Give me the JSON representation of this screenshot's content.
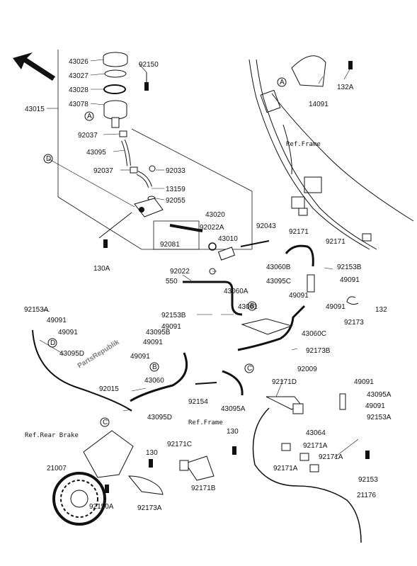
{
  "watermark": "PartsRepublik",
  "refs": {
    "frame_top": "Ref.Frame",
    "rear_brake": "Ref.Rear Brake",
    "frame_bottom": "Ref.Frame"
  },
  "callouts": {
    "a_reservoir": "A",
    "a_frame": "A",
    "d_left": "D",
    "d_hose": "D",
    "b_bracket": "B",
    "b_hose": "B",
    "c_pipe": "C",
    "c_caliper": "C"
  },
  "labels": {
    "p43026": "43026",
    "p43027": "43027",
    "p43028": "43028",
    "p43078": "43078",
    "p43015": "43015",
    "p92150": "92150",
    "p92037a": "92037",
    "p43095": "43095",
    "p92037b": "92037",
    "p92033": "92033",
    "p13159": "13159",
    "p92055": "92055",
    "p43020": "43020",
    "p92022A": "92022A",
    "p92081": "92081",
    "p43010": "43010",
    "p92043": "92043",
    "p130A": "130A",
    "p92022": "92022",
    "p550": "550",
    "p43060A": "43060A",
    "p132A": "132A",
    "p14091": "14091",
    "p92171a": "92171",
    "p92171b": "92171",
    "p43060B": "43060B",
    "p92153B": "92153B",
    "p43095C": "43095C",
    "p49091a": "49091",
    "p49091b": "49091",
    "p49091c": "49091",
    "p132": "132",
    "p92173": "92173",
    "p43061": "43061",
    "p43060C": "43060C",
    "p92173B": "92173B",
    "p92153A": "92153A",
    "p49091d": "49091",
    "p49091e": "49091",
    "p43095D": "43095D",
    "p92153Bb": "92153B",
    "p49091f": "49091",
    "p43095B": "43095B",
    "p49091g": "49091",
    "p49091h": "49091",
    "p43060": "43060",
    "p92015": "92015",
    "p43095Db": "43095D",
    "p92154": "92154",
    "p43095A": "43095A",
    "p92009": "92009",
    "p92171D": "92171D",
    "p49091i": "49091",
    "p43095Ab": "43095A",
    "p49091j": "49091",
    "p92153Ab": "92153A",
    "p43064": "43064",
    "p130a": "130",
    "p130b": "130",
    "p21007": "21007",
    "p92171C": "92171C",
    "p92171A1": "92171A",
    "p92171A2": "92171A",
    "p92171A3": "92171A",
    "p92153": "92153",
    "p92150A": "92150A",
    "p92173A": "92173A",
    "p92171B": "92171B",
    "p21176": "21176"
  }
}
